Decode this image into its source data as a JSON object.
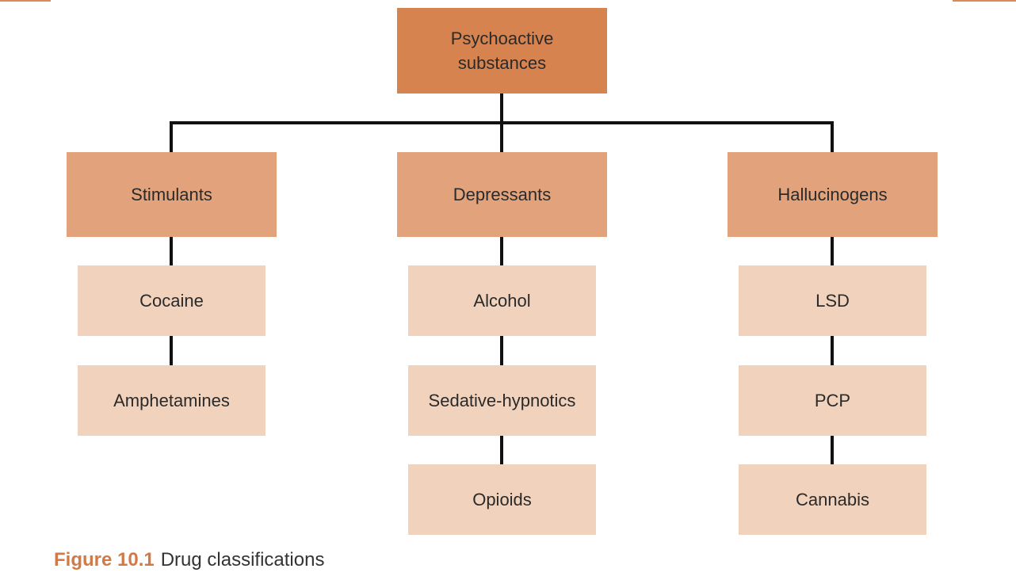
{
  "diagram": {
    "root": "Psychoactive substances",
    "categories": [
      {
        "name": "Stimulants",
        "items": [
          "Cocaine",
          "Amphetamines"
        ]
      },
      {
        "name": "Depressants",
        "items": [
          "Alcohol",
          "Sedative-hypnotics",
          "Opioids"
        ]
      },
      {
        "name": "Hallucinogens",
        "items": [
          "LSD",
          "PCP",
          "Cannabis"
        ]
      }
    ]
  },
  "caption": {
    "label": "Figure 10.1",
    "text": "Drug classifications"
  },
  "colors": {
    "root_fill": "#d6834f",
    "category_fill": "#e2a37c",
    "item_fill": "#f1d2bc",
    "connector": "#111111",
    "caption_label": "#d27a47"
  }
}
